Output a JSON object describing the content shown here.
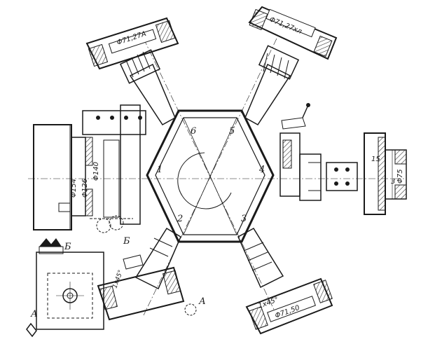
{
  "turret_positions": [
    "1",
    "2",
    "3",
    "4",
    "5",
    "6"
  ],
  "marker_labels": {
    "A_left": "А",
    "A_right": "А",
    "B_mid": "Б",
    "B_left": "Б"
  },
  "dimensions": {
    "top_left": "Φ71,27А",
    "top_right": "Φ71,27хл",
    "bottom_right": "Φ71,50",
    "bottom_right_chamfer": "1х45°",
    "bottom_left_chamfer": "1х45°",
    "right_part_len": "15",
    "right_part_dia": "Φ75",
    "right_part_small": "3",
    "chuck_d1": "Φ154",
    "chuck_d2": "Φ126",
    "chuck_d3": "Φ140"
  },
  "colors": {
    "ink": "#1a1a1a",
    "paper": "#ffffff",
    "hatch": "#333333"
  }
}
